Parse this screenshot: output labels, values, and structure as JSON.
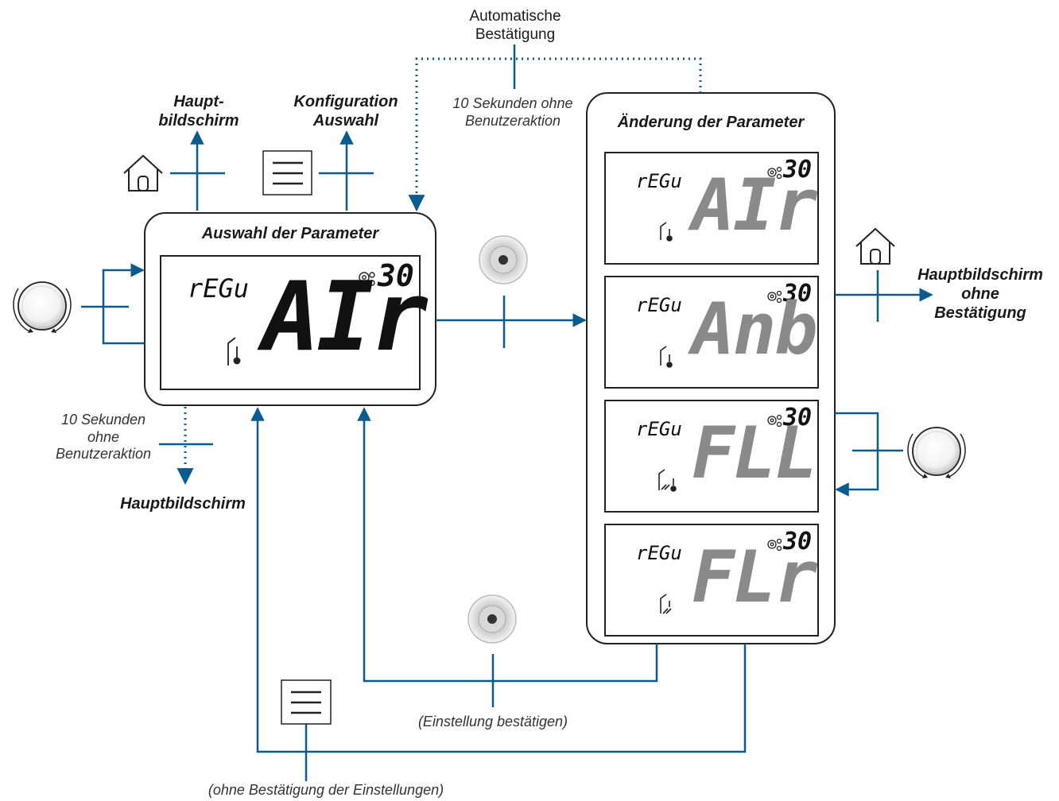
{
  "colors": {
    "accent": "#0b5c8e",
    "frame": "#222222",
    "lcd_border": "#222222",
    "inactive_segment": "#8a8a8a"
  },
  "labels": {
    "auto_confirm_1": "Automatische",
    "auto_confirm_2": "Bestätigung",
    "timeout_top_1": "10 Sekunden ohne",
    "timeout_top_2": "Benutzeraktion",
    "home_top_1": "Haupt-",
    "home_top_2": "bildschirm",
    "config_1": "Konfiguration",
    "config_2": "Auswahl",
    "selection_title": "Auswahl der Parameter",
    "change_title": "Änderung der Parameter",
    "timeout_left_1": "10 Sekunden",
    "timeout_left_2": "ohne",
    "timeout_left_3": "Benutzeraktion",
    "home_left": "Hauptbildschirm",
    "home_right_1": "Hauptbildschirm",
    "home_right_2": "ohne",
    "home_right_3": "Bestätigung",
    "confirm_setting": "(Einstellung bestätigen)",
    "no_confirm": "(ohne Bestätigung der Einstellungen)"
  },
  "main_display": {
    "small": "rEGu",
    "big": "AIr",
    "value": "30"
  },
  "change_displays": [
    {
      "small": "rEGu",
      "big": "AIr",
      "value": "30"
    },
    {
      "small": "rEGu",
      "big": "Anb",
      "value": "30"
    },
    {
      "small": "rEGu",
      "big": "FLL",
      "value": "30"
    },
    {
      "small": "rEGu",
      "big": "FLr",
      "value": "30"
    }
  ],
  "icons": [
    "home-icon",
    "menu-icon",
    "rotary-knob-icon",
    "push-button-icon",
    "gear-icon",
    "thermometer-icon"
  ]
}
